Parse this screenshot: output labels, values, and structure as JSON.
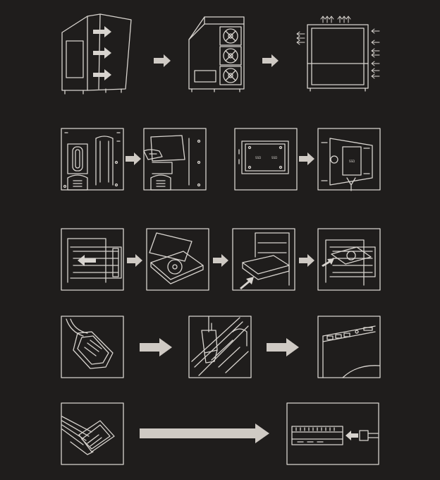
{
  "colors": {
    "background": "#1f1d1c",
    "line": "#d8d4cf",
    "arrow": "#cfcac4"
  },
  "labels": {
    "ssd_a": "SSD",
    "ssd_b": "SSD",
    "ssd_c": "SSD"
  }
}
